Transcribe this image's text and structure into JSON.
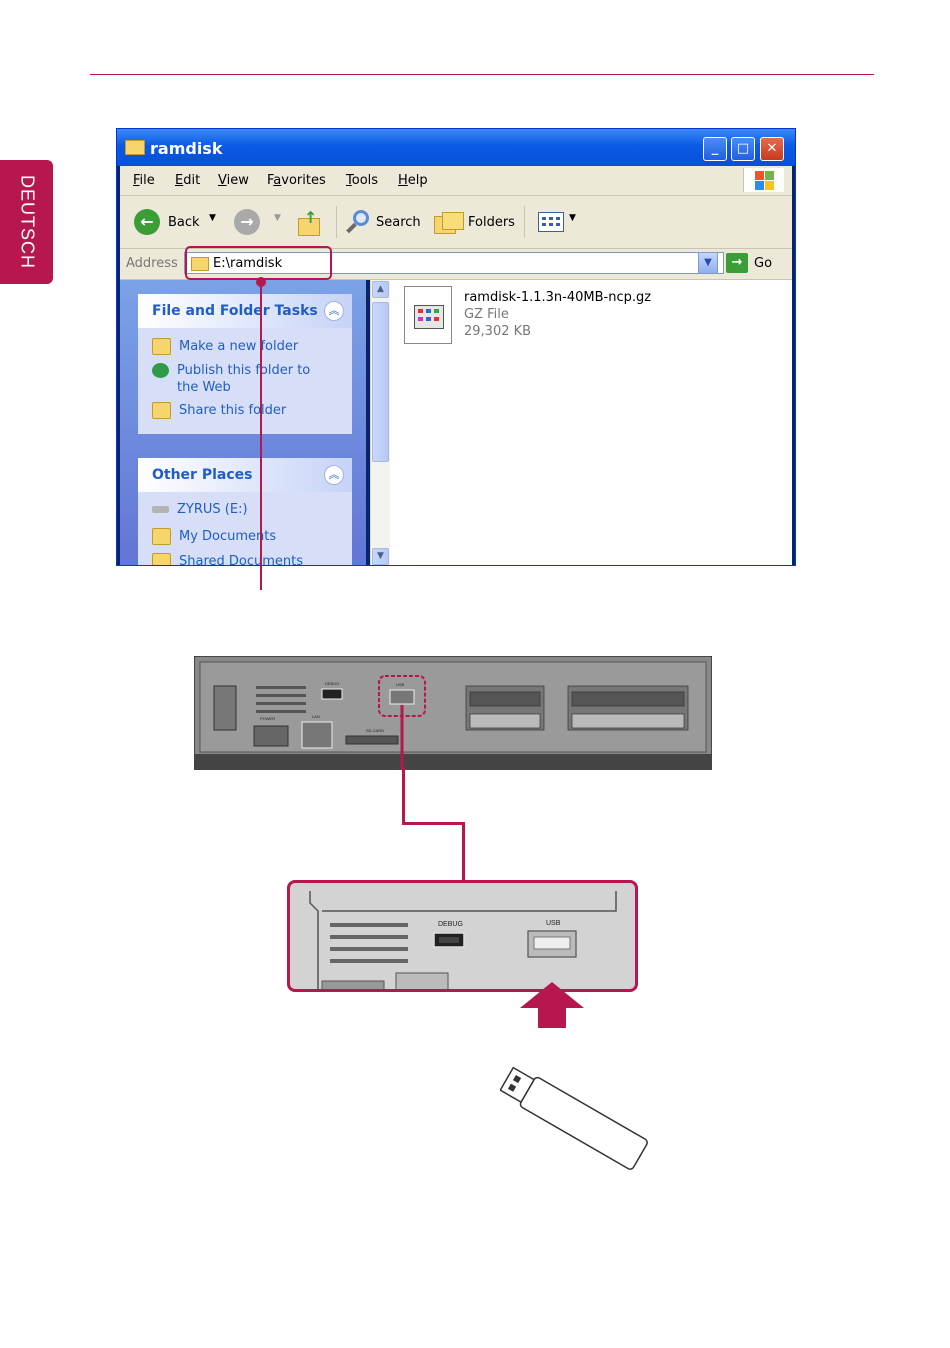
{
  "sidebar_tab": "DEUTSCH",
  "window": {
    "title": "ramdisk",
    "controls": [
      "_",
      "□",
      "✕"
    ],
    "menu": [
      {
        "pre": "",
        "u": "F",
        "post": "ile"
      },
      {
        "pre": "",
        "u": "E",
        "post": "dit"
      },
      {
        "pre": "",
        "u": "V",
        "post": "iew"
      },
      {
        "pre": "F",
        "u": "a",
        "post": "vorites"
      },
      {
        "pre": "",
        "u": "T",
        "post": "ools"
      },
      {
        "pre": "",
        "u": "H",
        "post": "elp"
      }
    ],
    "toolbar": {
      "back": "Back",
      "search": "Search",
      "folders": "Folders"
    },
    "address": {
      "label": "Address",
      "value": "E:\\ramdisk",
      "go": "Go"
    },
    "tasks": {
      "file_folder": {
        "title": "File and Folder Tasks",
        "items": [
          "Make a new folder",
          "Publish this folder to",
          "the Web",
          "Share this folder"
        ]
      },
      "other_places": {
        "title": "Other Places",
        "items": [
          "ZYRUS (E:)",
          "My Documents",
          "Shared Documents"
        ]
      }
    },
    "file": {
      "name": "ramdisk-1.1.3n-40MB-ncp.gz",
      "type": "GZ File",
      "size": "29,302 KB"
    }
  },
  "device_labels": {
    "debug": "DEBUG",
    "usb": "USB",
    "power": "POWER",
    "lan": "LAN",
    "sd_card": "SD CARD"
  },
  "colors": {
    "accent": "#b5174e",
    "xp_blue": "#0a4fd6",
    "panel_bg": "#ece9d8"
  }
}
